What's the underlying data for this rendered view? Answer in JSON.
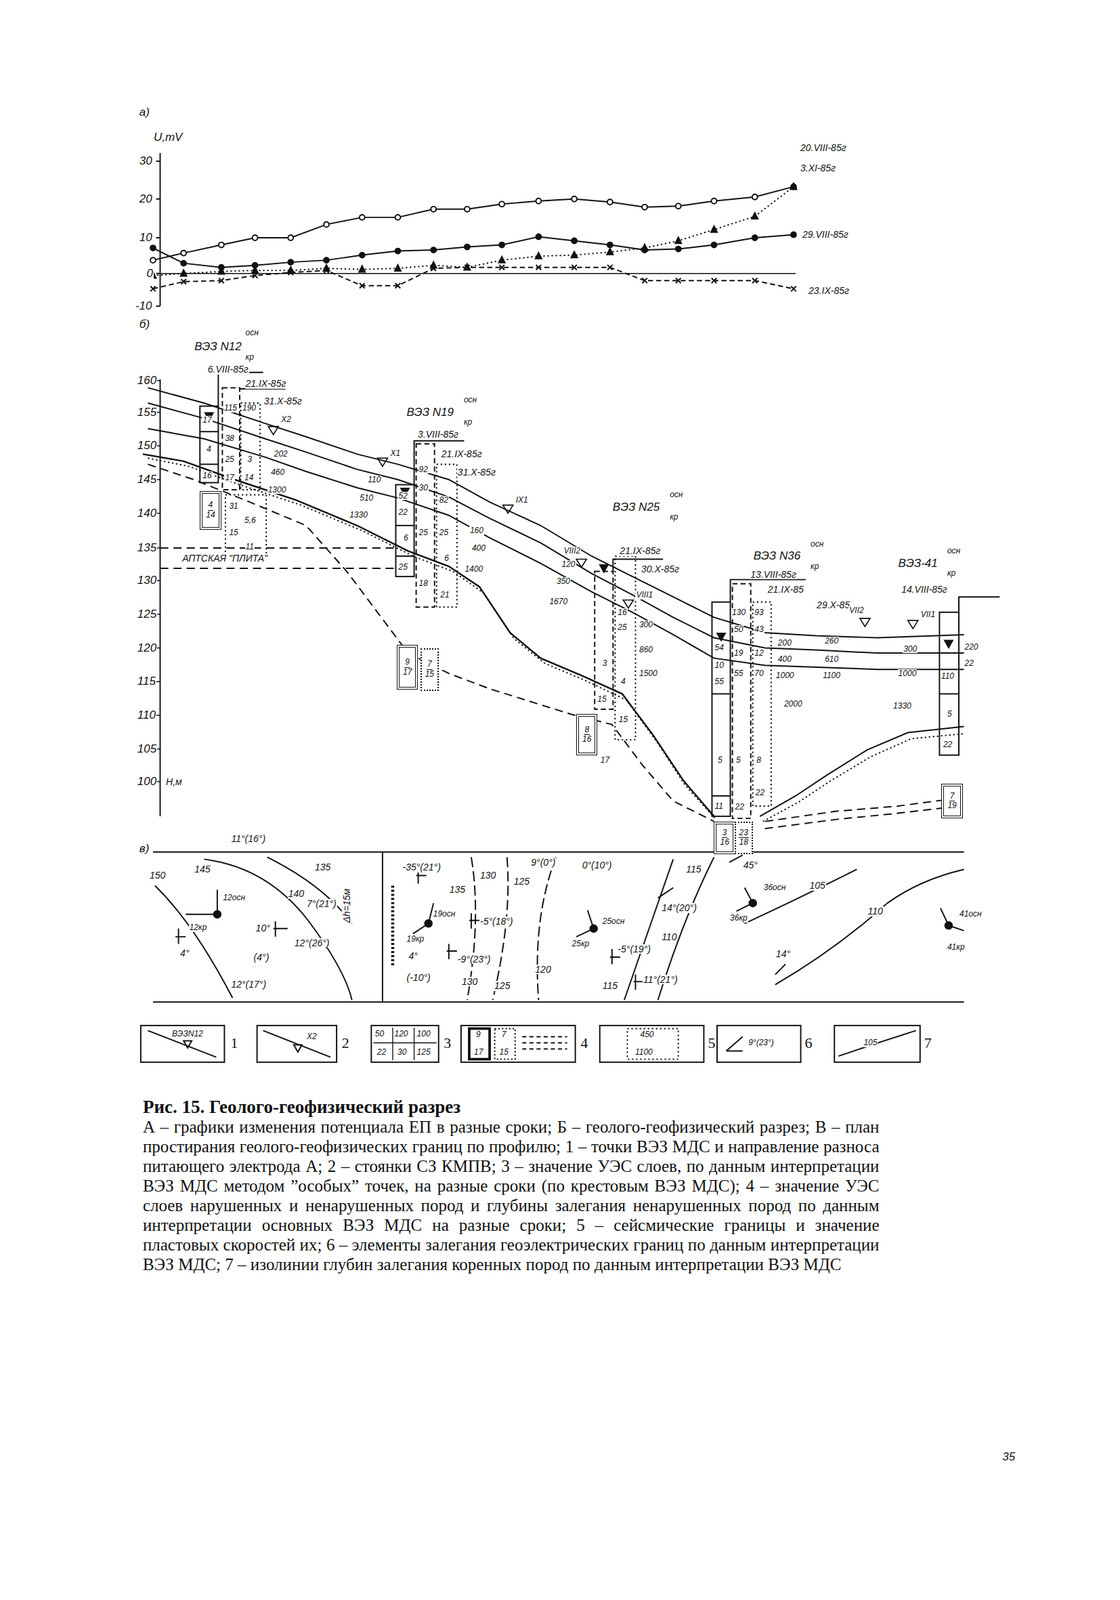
{
  "diagram": {
    "title": "Рис. 15. Геолого-геофизический разрез",
    "caption": "А – графики изменения потенциала ЕП в разные сроки; Б – геолого-геофизический разрез; В – план простирания геолого-геофизических границ по профилю; 1 – точки ВЭЗ МДС и направление разноса питающего электрода А; 2 – стоянки СЗ КМПВ; 3 – значение УЭС слоев, по данным интерпретации ВЭЗ МДС методом ”особых” точек, на разные сроки (по крестовым ВЭЗ МДС); 4 – значение УЭС слоев нарушенных и ненарушенных пород и глубины залегания ненарушенных пород по данным интерпретации основных ВЭЗ МДС на разные сроки; 5 – сейсмические границы и значение пластовых скоростей их; 6 – элементы залегания геоэлектрических границ по данным интерпретации ВЭЗ МДС; 7 – изолинии глубин залегания коренных пород по данным интерпретации ВЭЗ МДС",
    "nodes": [
      {
        "text": [
          "4",
          "14"
        ]
      },
      {
        "text": [
          "9",
          "17"
        ]
      },
      {
        "text": [
          "8",
          "16"
        ]
      },
      {
        "text": [
          "3",
          "16"
        ]
      },
      {
        "text": [
          "7",
          "19"
        ]
      },
      {
        "text": [
          "7",
          "15"
        ]
      },
      {
        "text": [
          "23",
          "18"
        ]
      }
    ],
    "labels": [
      "а)",
      "U,mV",
      "30",
      "20",
      "10",
      "0",
      "-10",
      "20.VIII-85г",
      "3.XI-85г",
      "29.VIII-85г",
      "23.IX-85г",
      "б)",
      "ВЭЗ N12",
      "осн",
      "кр",
      "6.VIII-85г",
      "21.IX-85г",
      "31.X-85г",
      "X2",
      "160",
      "155",
      "150",
      "145",
      "140",
      "135",
      "130",
      "125",
      "120",
      "115",
      "110",
      "105",
      "100",
      "H,м",
      "ВЭЗ N19",
      "осн",
      "кр",
      "3.VIII-85г",
      "21.IX-85г",
      "31.X-85г",
      "X1",
      "IX1",
      "ВЭЗ N25",
      "осн",
      "кр",
      "21.IX-85г",
      "30.X-85г",
      "VIII2",
      "VIII1",
      "ВЭЗ N36",
      "осн",
      "кр",
      "13.VIII-85г",
      "21.IX-85",
      "29.X-85",
      "VII2",
      "VII1",
      "ВЭЗ-41",
      "осн",
      "кр",
      "14.VIII-85г",
      "АПТСКАЯ \"ПЛИТА\"",
      "17",
      "4",
      "16",
      "115",
      "190",
      "38",
      "25",
      "17",
      "3",
      "14",
      "31",
      "5,6",
      "15",
      "11",
      "202",
      "460",
      "1300",
      "52",
      "22",
      "6",
      "25",
      "92",
      "30",
      "25",
      "18",
      "82",
      "25",
      "6",
      "21",
      "110",
      "510",
      "1330",
      "160",
      "400",
      "1400",
      "120",
      "350",
      "1670",
      "16",
      "25",
      "3",
      "4",
      "15",
      "15",
      "300",
      "860",
      "1500",
      "17",
      "54",
      "10",
      "55",
      "130",
      "50",
      "19",
      "55",
      "93",
      "43",
      "12",
      "70",
      "5",
      "5",
      "8",
      "11",
      "22",
      "22",
      "200",
      "400",
      "1000",
      "260",
      "610",
      "1100",
      "2000",
      "300",
      "1000",
      "1330",
      "220",
      "22",
      "110",
      "5",
      "22",
      "в)",
      "11°(16°)",
      "145",
      "150",
      "135",
      "140",
      "7°(21°)",
      "12кр",
      "12осн",
      "4°",
      "10°",
      "(4°)",
      "12°(26°)",
      "12°(17°)",
      "Δh=15м",
      "-35°(21°)",
      "135",
      "19осн",
      "19кр",
      "-5°(18°)",
      "4°",
      "-9°(23°)",
      "(-10°)",
      "130",
      "125",
      "9°(0°)",
      "0°(10°)",
      "25осн",
      "25кр",
      "120",
      "130",
      "125",
      "-5°(19°)",
      "115",
      "11°(21°)",
      "14°(20°)",
      "115",
      "110",
      "45°",
      "36осн",
      "36кр",
      "105",
      "110",
      "14°",
      "41осн",
      "41кр",
      "ВЭЗN12",
      "X2",
      "50",
      "120",
      "100",
      "22",
      "30",
      "125",
      "9",
      "17",
      "7",
      "15",
      "450",
      "1100",
      "9°(23°)",
      "105",
      "35"
    ],
    "legend": [
      {
        "text": "1"
      },
      {
        "text": "2"
      },
      {
        "text": "3"
      },
      {
        "text": "4"
      },
      {
        "text": "5"
      },
      {
        "text": "6"
      },
      {
        "text": "7"
      }
    ]
  }
}
